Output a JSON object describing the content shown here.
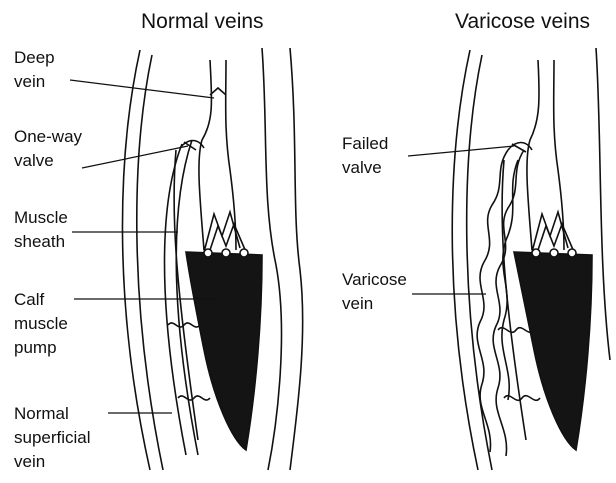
{
  "titles": {
    "normal": "Normal veins",
    "varicose": "Varicose veins"
  },
  "labels": {
    "deep_vein": "Deep\nvein",
    "one_way_valve": "One-way\nvalve",
    "muscle_sheath": "Muscle\nsheath",
    "calf_muscle_pump": "Calf\nmuscle\npump",
    "normal_superficial_vein": "Normal\nsuperficial\nvein",
    "failed_valve": "Failed\nvalve",
    "varicose_vein": "Varicose\nvein"
  },
  "colors": {
    "ink": "#111111",
    "muscle": "#141414",
    "background": "#ffffff"
  }
}
